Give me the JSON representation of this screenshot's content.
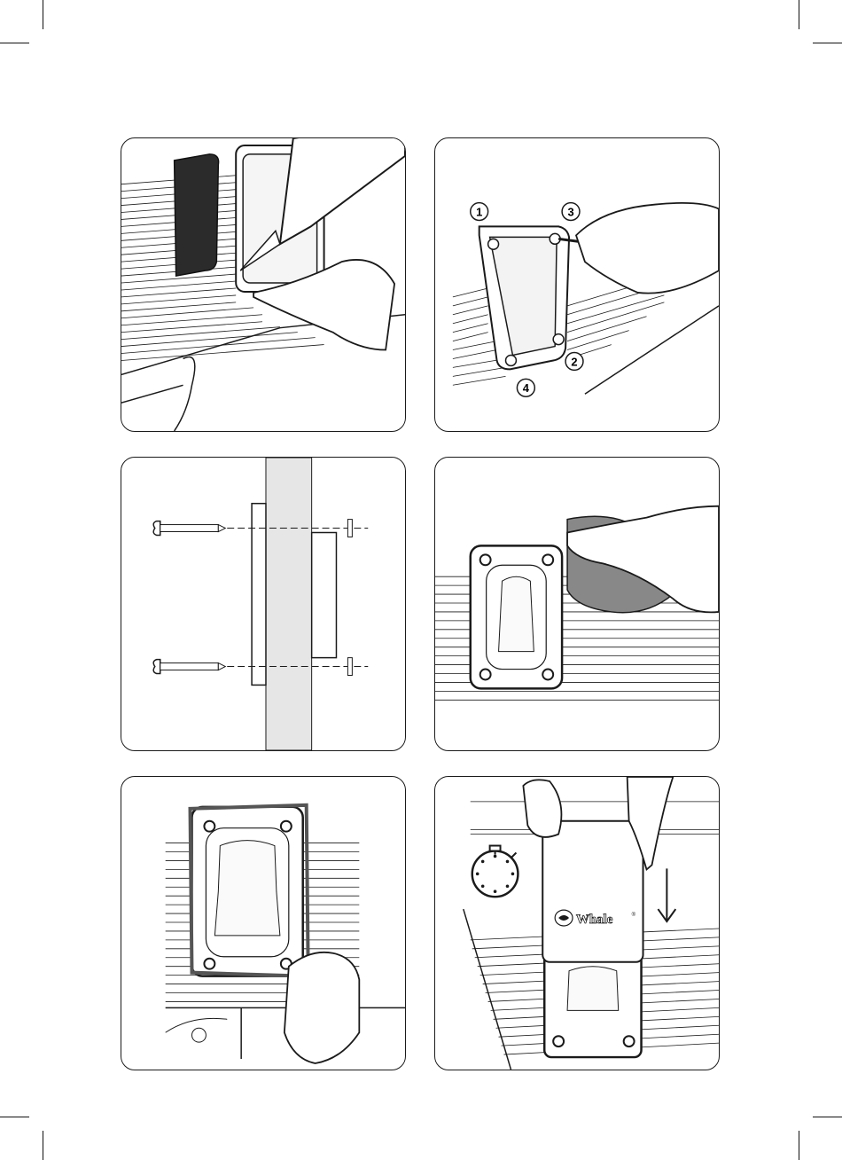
{
  "steps": {
    "panel2": {
      "callouts": [
        "1",
        "2",
        "3",
        "4"
      ]
    },
    "panel6": {
      "brand": "Whale",
      "brand_mark": "®"
    }
  },
  "icons": {
    "panel1": [
      "sealant-gun-icon",
      "gloved-hand-icon"
    ],
    "panel2": [
      "screwdriver-icon",
      "hand-icon"
    ],
    "panel3": [
      "screw-icon",
      "wall-section-icon"
    ],
    "panel4": [
      "cloth-icon",
      "hand-icon"
    ],
    "panel5": [
      "tape-strip-icon",
      "hand-icon"
    ],
    "panel6": [
      "stopwatch-icon",
      "down-arrow-icon",
      "hands-icon"
    ]
  },
  "colors": {
    "line": "#1a1a1a",
    "texture": "#e6e6e6"
  }
}
